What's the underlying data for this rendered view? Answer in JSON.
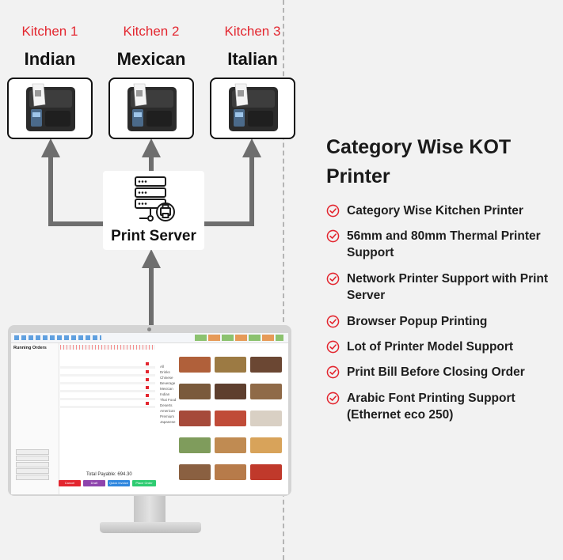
{
  "kitchens": [
    {
      "name": "Kitchen 1",
      "cuisine": "Indian"
    },
    {
      "name": "Kitchen 2",
      "cuisine": "Mexican"
    },
    {
      "name": "Kitchen 3",
      "cuisine": "Italian"
    }
  ],
  "server": {
    "label": "Print Server"
  },
  "features": {
    "title": "Category Wise KOT Printer",
    "items": [
      "Category Wise Kitchen Printer",
      "56mm and 80mm Thermal Printer Support",
      "Network Printer Support with Print Server",
      "Browser Popup Printing",
      "Lot of Printer Model Support",
      "Print Bill Before Closing Order",
      "Arabic Font Printing Support (Ethernet eco 250)"
    ]
  },
  "pos": {
    "panel_title": "Running Orders",
    "total_payable": "Total Payable: 694.30",
    "buttons": [
      "Cancel",
      "Draft",
      "Quick Invoice",
      "Place Order"
    ],
    "category_list": [
      "All",
      "Drinks",
      "Chinese",
      "Beverage",
      "Mexican",
      "Indian",
      "Thai Food",
      "Deserts",
      "American",
      "Premium",
      "Japanese"
    ]
  },
  "colors": {
    "accent": "#e3262f",
    "arrow": "#6e6e6e",
    "check": "#e3262f"
  }
}
